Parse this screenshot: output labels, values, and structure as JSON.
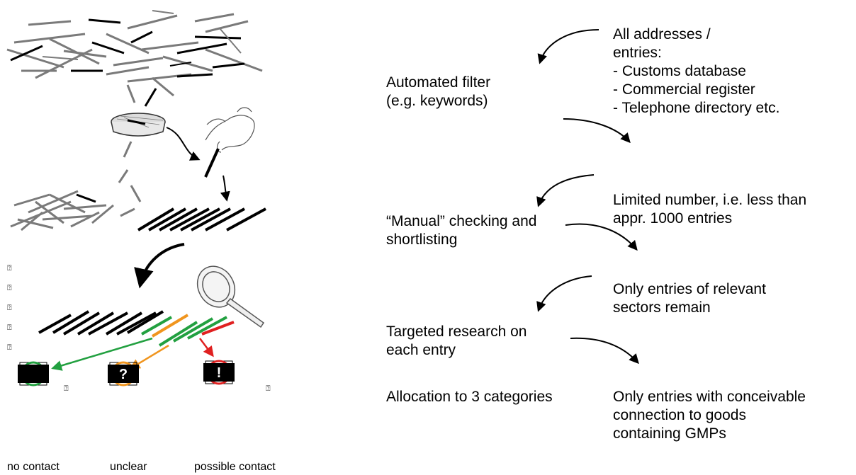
{
  "steps": {
    "automated_filter": [
      "Automated filter",
      "(e.g. keywords)"
    ],
    "manual_checking": [
      "“Manual” checking and",
      "shortlisting"
    ],
    "targeted_research": [
      "Targeted research on",
      "each entry"
    ],
    "allocation": [
      "Allocation to 3 categories"
    ]
  },
  "inputs": {
    "all_addresses": [
      "All addresses /",
      "entries:",
      "- Customs database",
      "- Commercial register",
      "- Telephone directory etc."
    ],
    "limited_number": [
      "Limited number, i.e. less than",
      "appr. 1000 entries"
    ],
    "relevant_sectors": [
      "Only entries of relevant",
      "sectors remain"
    ],
    "conceivable_connection": [
      "Only entries with conceivable",
      "connection to goods",
      "containing GMPs"
    ]
  },
  "categories": [
    {
      "label": "no contact",
      "symbol": "",
      "color": "#22a040"
    },
    {
      "label": "unclear",
      "symbol": "?",
      "color": "#f0951e"
    },
    {
      "label": "possible contact",
      "symbol": "!",
      "color": "#e02020"
    }
  ],
  "glyph_placeholder": "⍰",
  "colors": {
    "black": "#000000",
    "grey": "#7a7a7a",
    "green": "#22a040",
    "orange": "#f0951e",
    "red": "#e02020"
  }
}
